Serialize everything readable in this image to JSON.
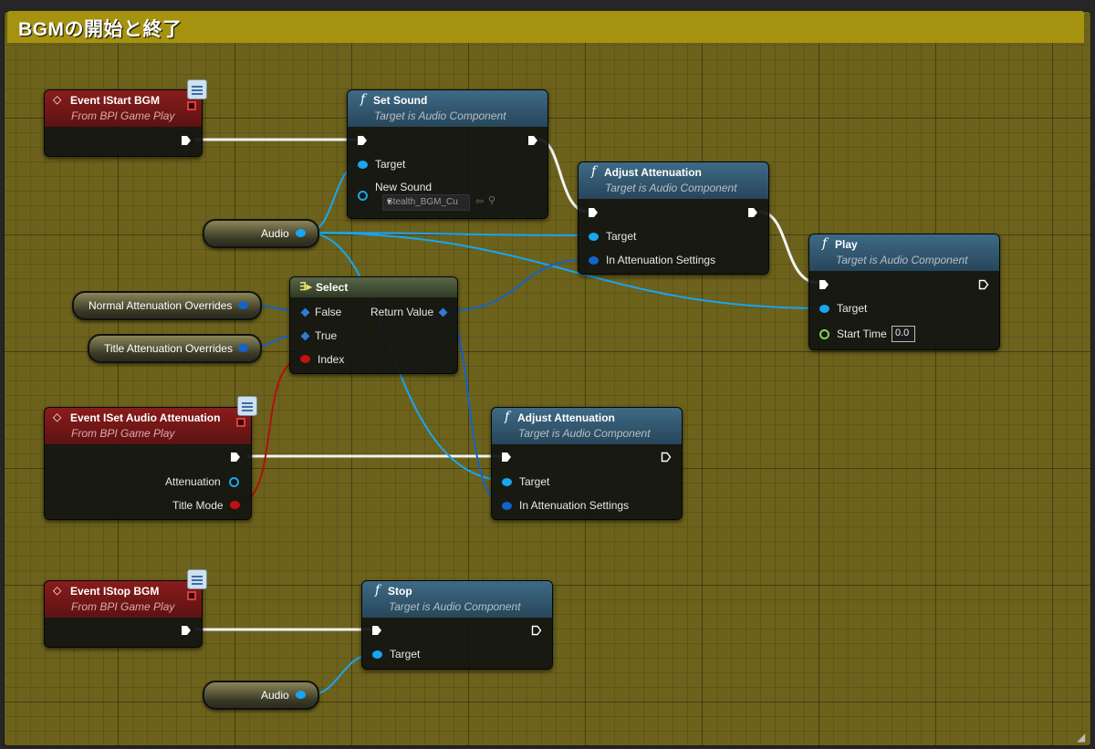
{
  "comment_box": {
    "title": "BGMの開始と終了",
    "color": "#a5930f"
  },
  "pin_colors": {
    "exec": "#ffffff",
    "audio_object": "#19a5f0",
    "struct": "#1463c8",
    "bool": "#c41010",
    "float": "#87d454"
  },
  "variables": [
    {
      "id": "audio_var_1",
      "label": "Audio"
    },
    {
      "id": "normal_overrides",
      "label": "Normal Attenuation Overrides"
    },
    {
      "id": "title_overrides",
      "label": "Title Attenuation Overrides"
    },
    {
      "id": "audio_var_2",
      "label": "Audio"
    }
  ],
  "nodes": {
    "event_start": {
      "title": "Event IStart BGM",
      "subtitle": "From BPI Game Play",
      "icon": "interface-icon"
    },
    "set_sound": {
      "title": "Set Sound",
      "subtitle": "Target is Audio Component",
      "pin_target": "Target",
      "pin_new_sound": "New Sound",
      "new_sound_value": "Stealth_BGM_Cu"
    },
    "adjust_att_1": {
      "title": "Adjust Attenuation",
      "subtitle": "Target is Audio Component",
      "pin_target": "Target",
      "pin_settings": "In Attenuation Settings"
    },
    "play": {
      "title": "Play",
      "subtitle": "Target is Audio Component",
      "pin_target": "Target",
      "pin_start_time": "Start Time",
      "start_time_value": "0.0"
    },
    "select": {
      "title": "Select",
      "pin_false": "False",
      "pin_true": "True",
      "pin_index": "Index",
      "pin_return": "Return Value"
    },
    "event_set_att": {
      "title": "Event ISet Audio Attenuation",
      "subtitle": "From BPI Game Play",
      "pin_attenuation": "Attenuation",
      "pin_title_mode": "Title Mode"
    },
    "adjust_att_2": {
      "title": "Adjust Attenuation",
      "subtitle": "Target is Audio Component",
      "pin_target": "Target",
      "pin_settings": "In Attenuation Settings"
    },
    "event_stop": {
      "title": "Event IStop BGM",
      "subtitle": "From BPI Game Play"
    },
    "stop": {
      "title": "Stop",
      "subtitle": "Target is Audio Component",
      "pin_target": "Target"
    }
  }
}
